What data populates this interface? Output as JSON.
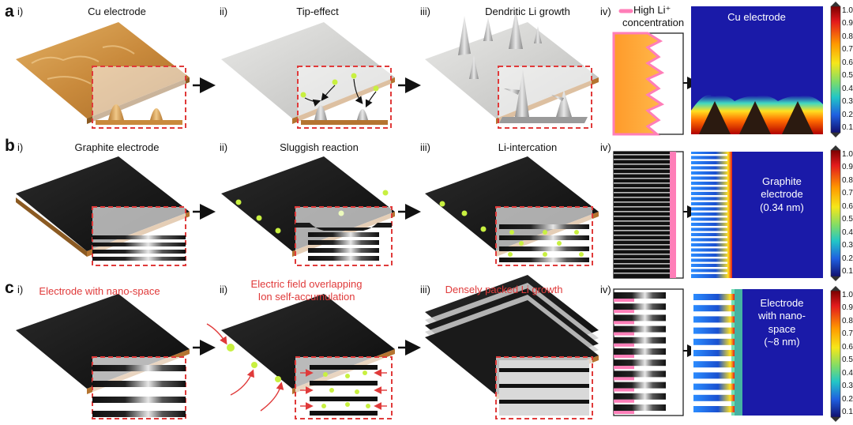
{
  "rows": [
    {
      "letter": "a",
      "panels": [
        {
          "roman": "i)",
          "title": "Cu electrode"
        },
        {
          "roman": "ii)",
          "title": "Tip-effect"
        },
        {
          "roman": "iii)",
          "title": "Dendritic Li growth"
        },
        {
          "roman": "iv)"
        }
      ],
      "sim_label": "Cu electrode"
    },
    {
      "letter": "b",
      "panels": [
        {
          "roman": "i)",
          "title": "Graphite electrode"
        },
        {
          "roman": "ii)",
          "title": "Sluggish reaction"
        },
        {
          "roman": "iii)",
          "title": "Li-intercation"
        },
        {
          "roman": "iv)"
        }
      ],
      "sim_label": "Graphite\nelectrode\n(0.34 nm)"
    },
    {
      "letter": "c",
      "panels": [
        {
          "roman": "i)",
          "title": "Electrode with nano-space"
        },
        {
          "roman": "ii)",
          "title": "Electric field overlapping\nIon self-accumulation"
        },
        {
          "roman": "iii)",
          "title": "Densely packed Li growth"
        },
        {
          "roman": "iv)"
        }
      ],
      "sim_label": "Electrode\nwith nano-space\n(~8 nm)"
    }
  ],
  "legend": {
    "line1": "High Li⁺",
    "line2": "concentration"
  },
  "colorbar_ticks": [
    "1.0",
    "0.9",
    "0.8",
    "0.7",
    "0.6",
    "0.5",
    "0.4",
    "0.3",
    "0.2",
    "0.1"
  ],
  "colors": {
    "accent_red": "#e03a3a",
    "cu": "#c98a3c",
    "graphite": "#151515",
    "sim_blue": "#1a1aa8",
    "li_green": "#c8f040"
  }
}
